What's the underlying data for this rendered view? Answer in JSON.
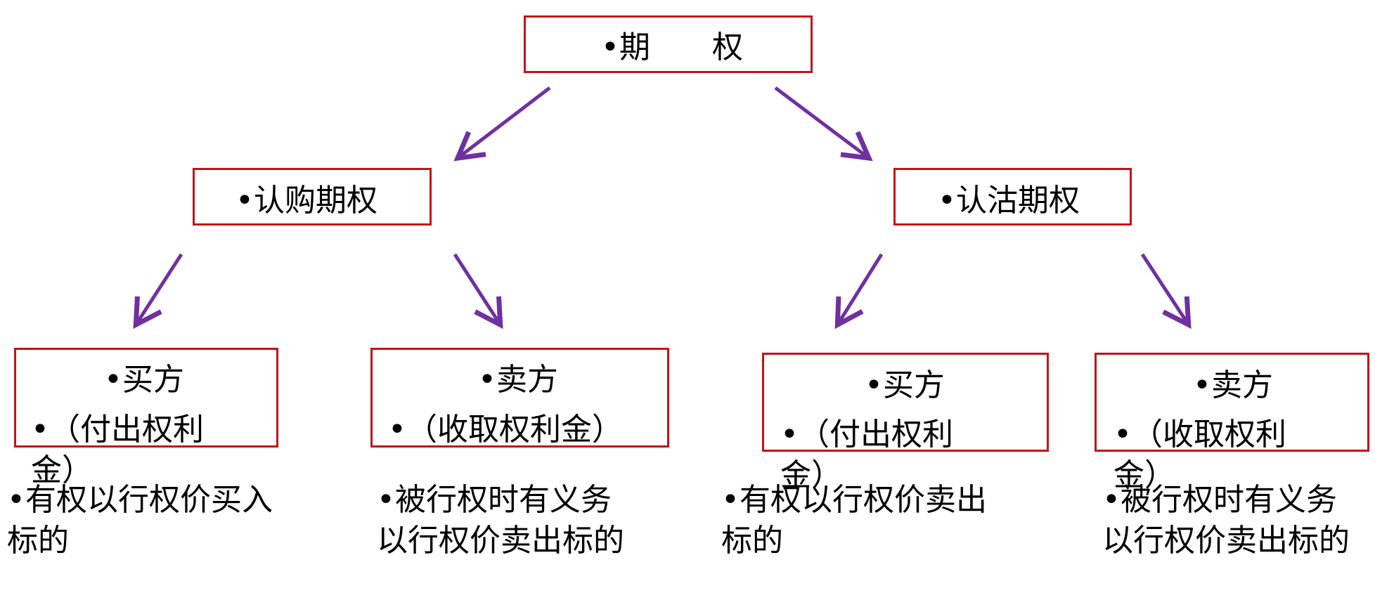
{
  "root": {
    "label": "•期　　权"
  },
  "call": {
    "label": "•认购期权",
    "buyer": {
      "title": "•买方",
      "note": "•（付出权利金）",
      "desc": "•有权以行权价买入标的"
    },
    "seller": {
      "title": "•卖方",
      "note": "•（收取权利金）",
      "desc": "•被行权时有义务以行权价卖出标的"
    }
  },
  "put": {
    "label": "•认沽期权",
    "buyer": {
      "title": "•买方",
      "note": "•（付出权利金）",
      "desc": "•有权以行权价卖出标的"
    },
    "seller": {
      "title": "•卖方",
      "note": "•（收取权利金）",
      "desc": "•被行权时有义务以行权价卖出标的"
    }
  },
  "colors": {
    "box_border": "#c0141c",
    "arrow": "#7030a0",
    "text": "#000000"
  }
}
